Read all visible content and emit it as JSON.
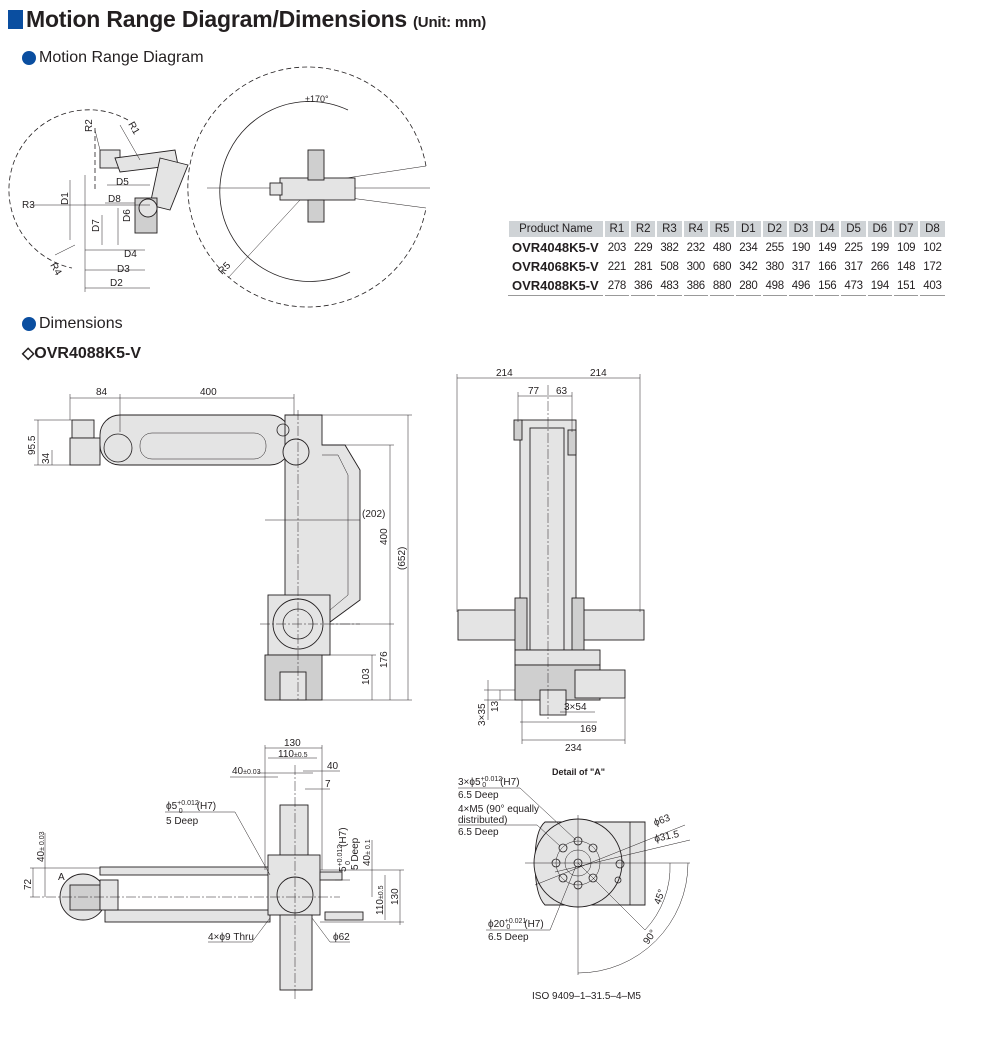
{
  "header": {
    "title": "Motion Range Diagram/Dimensions",
    "unit": "(Unit: mm)"
  },
  "sections": {
    "motion": "Motion Range Diagram",
    "dimensions": "Dimensions",
    "model": "◇OVR4088K5-V"
  },
  "motion_labels": {
    "r1": "R1",
    "r2": "R2",
    "r3": "R3",
    "r4": "R4",
    "r5": "R5",
    "d1": "D1",
    "d2": "D2",
    "d3": "D3",
    "d4": "D4",
    "d5": "D5",
    "d6": "D6",
    "d7": "D7",
    "d8": "D8",
    "angle": "±170°"
  },
  "table": {
    "headers": [
      "Product Name",
      "R1",
      "R2",
      "R3",
      "R4",
      "R5",
      "D1",
      "D2",
      "D3",
      "D4",
      "D5",
      "D6",
      "D7",
      "D8"
    ],
    "rows": [
      [
        "OVR4048K5-V",
        "203",
        "229",
        "382",
        "232",
        "480",
        "234",
        "255",
        "190",
        "149",
        "225",
        "199",
        "109",
        "102"
      ],
      [
        "OVR4068K5-V",
        "221",
        "281",
        "508",
        "300",
        "680",
        "342",
        "380",
        "317",
        "166",
        "317",
        "266",
        "148",
        "172"
      ],
      [
        "OVR4088K5-V",
        "278",
        "386",
        "483",
        "386",
        "880",
        "280",
        "498",
        "496",
        "156",
        "473",
        "194",
        "151",
        "403"
      ]
    ]
  },
  "front_view": {
    "d84": "84",
    "d400h": "400",
    "d95_5": "95.5",
    "d34": "34",
    "d202": "(202)",
    "d400v": "400",
    "d652": "(652)",
    "d176": "176",
    "d103": "103"
  },
  "side_view": {
    "d214a": "214",
    "d214b": "214",
    "d77": "77",
    "d63": "63",
    "d3x35": "3×35",
    "d13": "13",
    "d3x54": "3×54",
    "d169": "169",
    "d234": "234"
  },
  "bottom_view": {
    "d130": "130",
    "d110": "110",
    "d110_tol": "±0.5",
    "d40a": "40",
    "d40a_tol": "±0.03",
    "d40b": "40",
    "d7": "7",
    "pin": "ϕ5",
    "pin_tol_up": "+0.012",
    "pin_tol_low": "0",
    "pin_fit": "(H7)",
    "pin_depth": "5 Deep",
    "v40": "40",
    "v40_tol": "± 0.03",
    "v72": "72",
    "a_mark": "A",
    "rpin": "5",
    "rpin_tol_up": "+0.012",
    "rpin_tol_low": "0",
    "rpin_fit": "(H7)",
    "rpin_depth": "5 Deep",
    "v40b": "40",
    "v40b_tol": "± 0.1",
    "v110": "110",
    "v110_tol": "±0.5",
    "v130": "130",
    "holes": "4×ϕ9 Thru",
    "phi62": "ϕ62"
  },
  "detail_a": {
    "title": "Detail of \"A\"",
    "pins": "3×ϕ5",
    "pins_tol_up": "+0.012",
    "pins_tol_low": "0",
    "pins_fit": "(H7)",
    "pins_depth": "6.5 Deep",
    "taps_1": "4×M5 (90° equally",
    "taps_2": "distributed)",
    "taps_depth": "6.5 Deep",
    "phi63": "ϕ63",
    "phi31": "ϕ31.5",
    "bore": "ϕ20",
    "bore_tol_up": "+0.021",
    "bore_tol_low": "0",
    "bore_fit": "(H7)",
    "bore_depth": "6.5 Deep",
    "a45": "45°",
    "a90": "90°",
    "iso": "ISO 9409–1–31.5–4–M5"
  },
  "colors": {
    "accent": "#0a4ea0",
    "table_header": "#cfd3d6"
  }
}
